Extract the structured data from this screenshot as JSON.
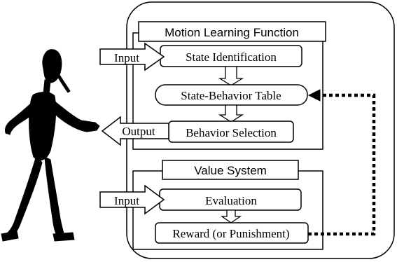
{
  "motion_learning": {
    "title": "Motion Learning Function",
    "state_identification": "State Identification",
    "state_behavior_table": "State-Behavior Table",
    "behavior_selection": "Behavior Selection"
  },
  "value_system": {
    "title": "Value System",
    "evaluation": "Evaluation",
    "reward": "Reward (or Punishment)"
  },
  "io": {
    "input_top": "Input",
    "output": "Output",
    "input_bottom": "Input"
  }
}
